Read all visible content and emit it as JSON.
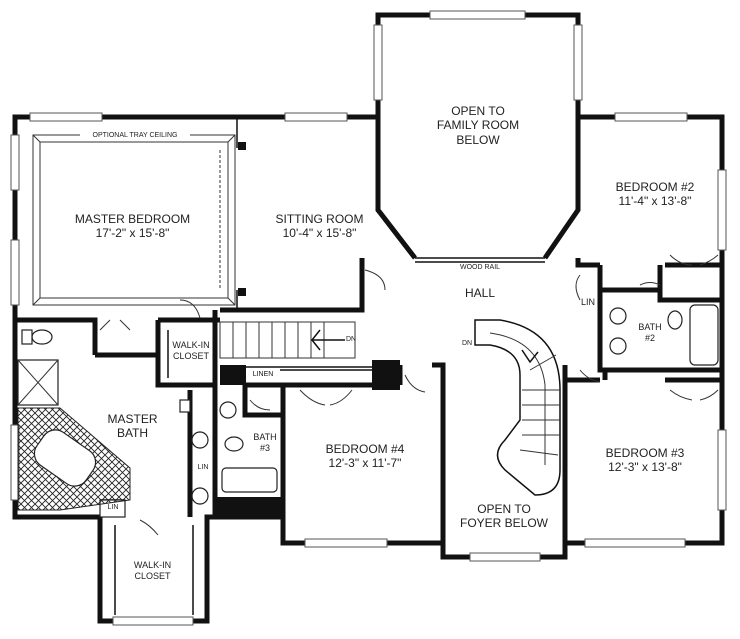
{
  "rooms": {
    "family_open": {
      "line1": "OPEN TO",
      "line2": "FAMILY ROOM",
      "line3": "BELOW"
    },
    "master_bedroom": {
      "name": "MASTER BEDROOM",
      "dims": "17'-2\" x 15'-8\""
    },
    "tray_ceiling": "OPTIONAL TRAY CEILING",
    "sitting_room": {
      "name": "SITTING ROOM",
      "dims": "10'-4\" x 15'-8\""
    },
    "bedroom2": {
      "name": "BEDROOM #2",
      "dims": "11'-4\" x 13'-8\""
    },
    "wood_rail": "WOOD RAIL",
    "hall": "HALL",
    "lin_upper": "LIN",
    "bath2": {
      "line1": "BATH",
      "line2": "#2"
    },
    "walkin_closet_upper": {
      "line1": "WALK-IN",
      "line2": "CLOSET"
    },
    "dn_stair_left": "DN",
    "dn_stair_right": "DN",
    "linen": "LINEN",
    "master_bath": {
      "line1": "MASTER",
      "line2": "BATH"
    },
    "bath3": {
      "line1": "BATH",
      "line2": "#3"
    },
    "lin_bath3": "LIN",
    "bedroom4": {
      "name": "BEDROOM #4",
      "dims": "12'-3\" x 11'-7\""
    },
    "bedroom3": {
      "name": "BEDROOM #3",
      "dims": "12'-3\" x 13'-8\""
    },
    "foyer_open": {
      "line1": "OPEN TO",
      "line2": "FOYER BELOW"
    },
    "lin_lower": "LIN",
    "walkin_closet_lower": {
      "line1": "WALK-IN",
      "line2": "CLOSET"
    }
  },
  "colors": {
    "wall": "#111111",
    "background": "#ffffff",
    "text": "#222222"
  }
}
